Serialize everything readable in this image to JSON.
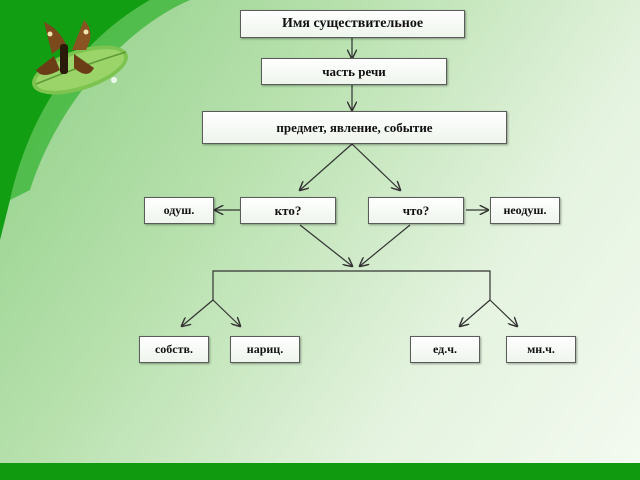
{
  "diagram": {
    "root": "Имя существительное",
    "level1": "часть речи",
    "level2": "предмет, явление, событие",
    "question_who": "кто?",
    "question_what": "что?",
    "animate": "одуш.",
    "inanimate": "неодуш.",
    "proper": "собств.",
    "common": "нариц.",
    "singular": "ед.ч.",
    "plural": "мн.ч."
  },
  "colors": {
    "band_green": "#0f9a10",
    "box_border": "#5b5b5b",
    "arrow": "#333333"
  },
  "icons": [
    "butterfly-on-leaf-icon"
  ]
}
